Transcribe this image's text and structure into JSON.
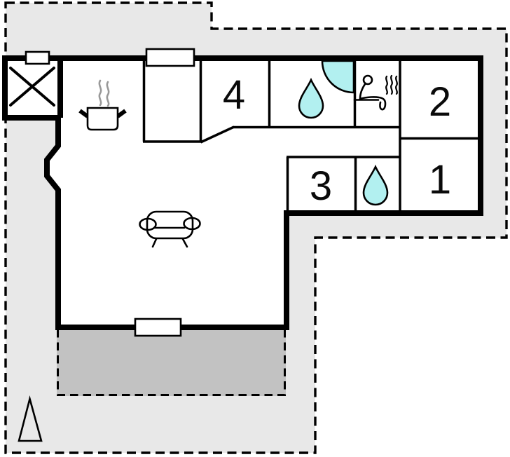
{
  "title": "holiday-home-floor-plan",
  "colors": {
    "outside_area": "#e8e8e8",
    "terrace": "#c2c2c2",
    "water_feature": "#b2f0f0",
    "room_fill": "#ffffff",
    "wall": "#000000"
  },
  "rooms": [
    {
      "id": "bedroom-4",
      "label": "4"
    },
    {
      "id": "bedroom-2",
      "label": "2"
    },
    {
      "id": "bedroom-1",
      "label": "1"
    },
    {
      "id": "bedroom-3",
      "label": "3"
    }
  ],
  "icons": {
    "storage": "crossed-square-icon",
    "kitchen": "steaming-pot-icon",
    "bathroom": "water-drop-icon",
    "shower": "corner-shower-icon",
    "sauna": "sauna-person-icon",
    "wc": "water-drop-icon",
    "living_room": "sofa-icon",
    "compass": "north-arrow-icon",
    "windows": "window-marker"
  }
}
